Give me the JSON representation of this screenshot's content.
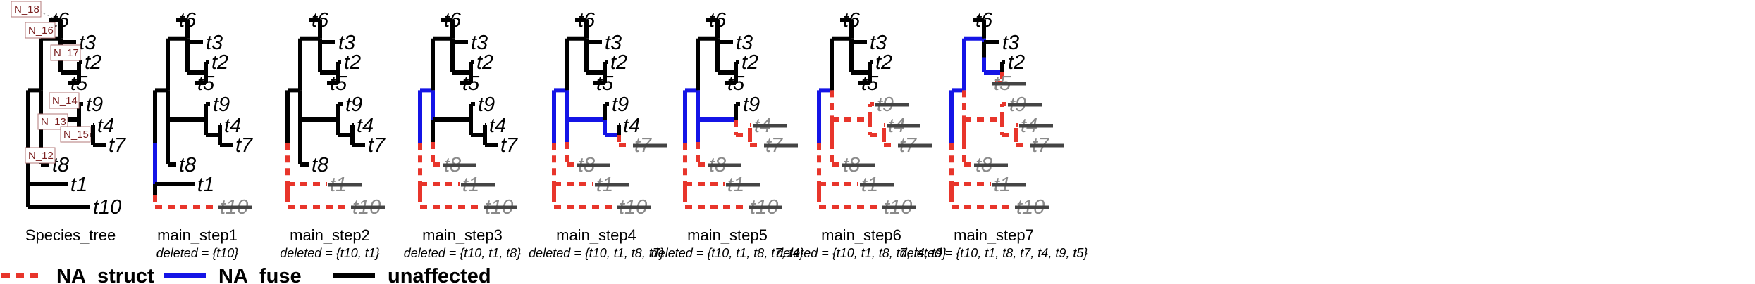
{
  "colors": {
    "NA_struct": "#e8352b",
    "NA_fuse": "#1414e6",
    "unaffected": "#000000",
    "deleted_tip": "#444444",
    "deleted_label": "#8a8a8a",
    "node_box_stroke": "#b37a7a",
    "node_label": "#7b1f1f",
    "node_leader": "#999999"
  },
  "tree": {
    "internal_nodes": [
      "N_18",
      "N_16",
      "N_17",
      "N_14",
      "N_13",
      "N_15",
      "N_12"
    ],
    "tips": [
      "t6",
      "t3",
      "t2",
      "t5",
      "t9",
      "t4",
      "t7",
      "t8",
      "t1",
      "t10"
    ]
  },
  "panels": [
    {
      "title": "Species_tree",
      "subtitle": "",
      "deleted": []
    },
    {
      "title": "main_step1",
      "subtitle": "deleted = {t10}",
      "deleted": [
        "t10"
      ]
    },
    {
      "title": "main_step2",
      "subtitle": "deleted = {t10, t1}",
      "deleted": [
        "t10",
        "t1"
      ]
    },
    {
      "title": "main_step3",
      "subtitle": "deleted = {t10, t1, t8}",
      "deleted": [
        "t10",
        "t1",
        "t8"
      ]
    },
    {
      "title": "main_step4",
      "subtitle": "deleted = {t10, t1, t8, t7}",
      "deleted": [
        "t10",
        "t1",
        "t8",
        "t7"
      ]
    },
    {
      "title": "main_step5",
      "subtitle": "deleted = {t10, t1, t8, t7, t4}",
      "deleted": [
        "t10",
        "t1",
        "t8",
        "t7",
        "t4"
      ]
    },
    {
      "title": "main_step6",
      "subtitle": "deleted = {t10, t1, t8, t7, t4, t9}",
      "deleted": [
        "t10",
        "t1",
        "t8",
        "t7",
        "t4",
        "t9"
      ]
    },
    {
      "title": "main_step7",
      "subtitle": "deleted = {t10, t1, t8, t7, t4, t9, t5}",
      "deleted": [
        "t10",
        "t1",
        "t8",
        "t7",
        "t4",
        "t9",
        "t5"
      ]
    }
  ],
  "legend": [
    {
      "label": "NA_struct",
      "style": "dashed",
      "color": "#e8352b"
    },
    {
      "label": "NA_fuse",
      "style": "solid",
      "color": "#1414e6"
    },
    {
      "label": "unaffected",
      "style": "solid",
      "color": "#000000"
    }
  ]
}
